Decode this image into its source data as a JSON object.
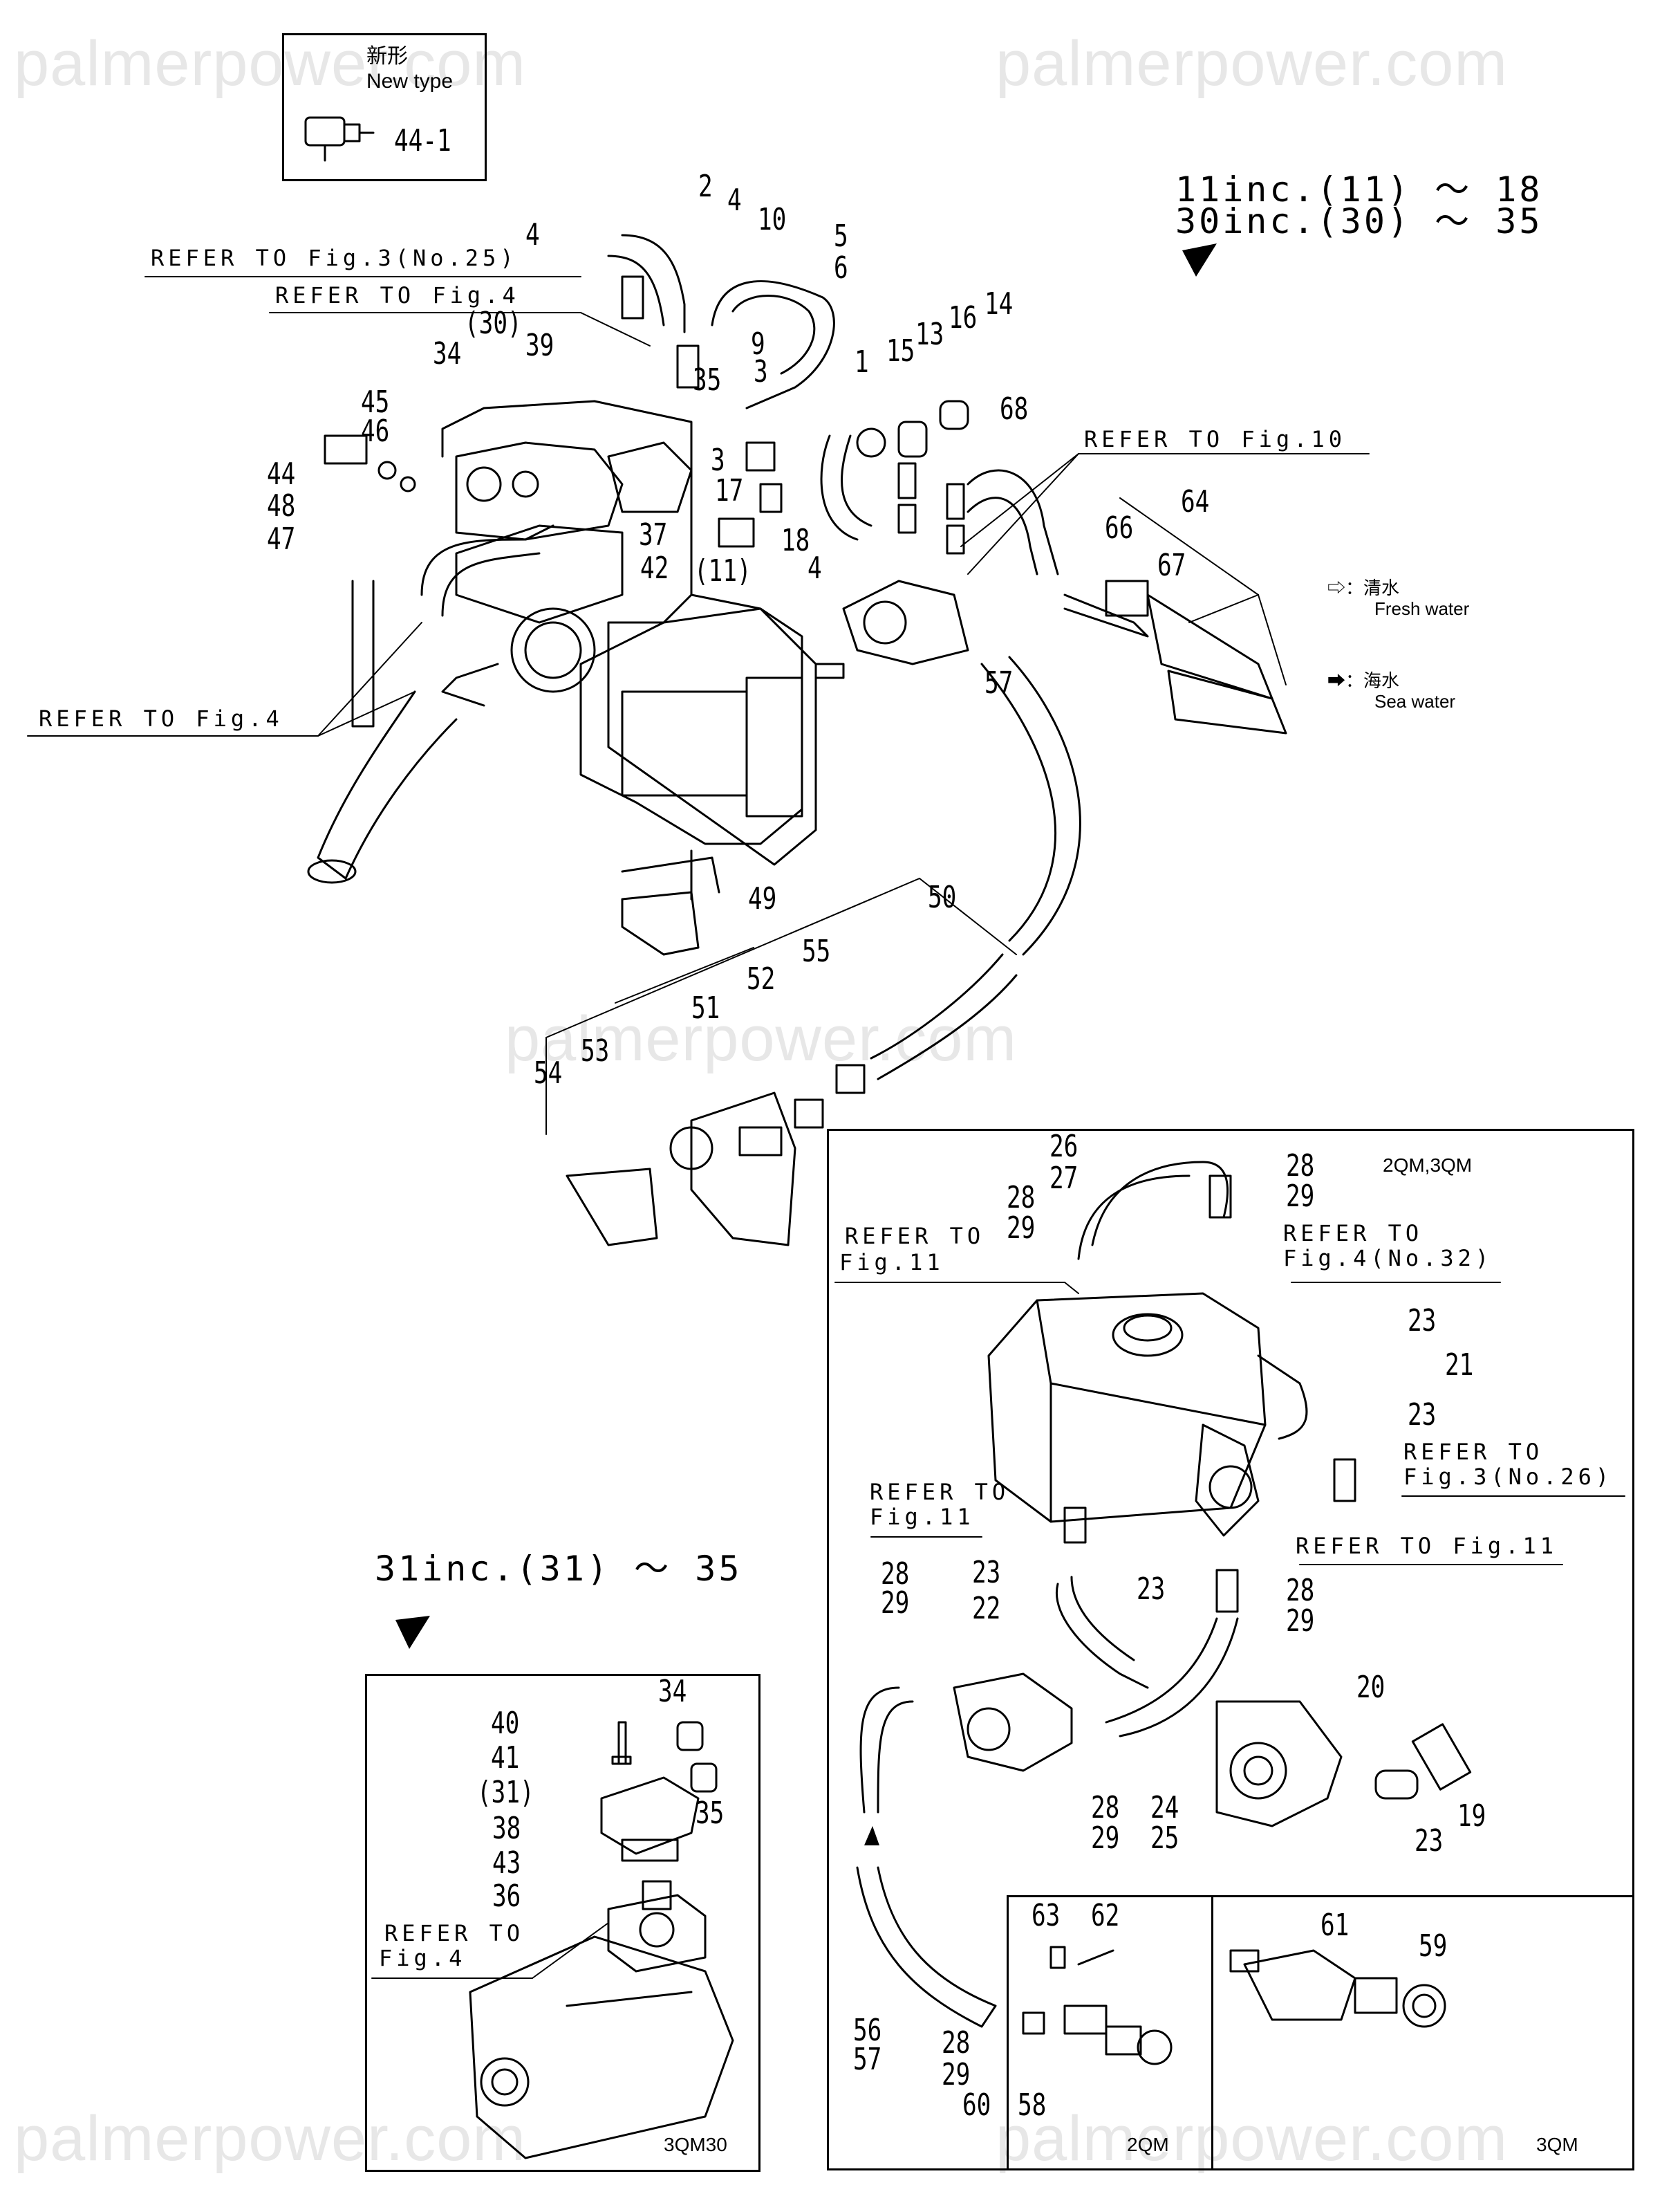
{
  "watermark": "palmerpower.com",
  "new_type_box": {
    "jp": "新形",
    "en": "New type",
    "part": "44-1"
  },
  "ranges": {
    "top_right_1": "11inc.(11) ～ 18",
    "top_right_2": "30inc.(30) ～ 35",
    "lower_left": "31inc.(31) ～ 35"
  },
  "legend": {
    "fresh_jp": "⇨：清水",
    "fresh_en": "Fresh water",
    "sea_jp": "➡：海水",
    "sea_en": "Sea water"
  },
  "refs": {
    "fig3_no25": "REFER TO Fig.3(No.25)",
    "fig4_a": "REFER TO Fig.4",
    "fig10": "REFER TO Fig.10",
    "fig4_b": "REFER TO Fig.4",
    "fig11_a_1": "REFER TO",
    "fig11_a_2": "Fig.11",
    "fig4_no32_1": "REFER TO",
    "fig4_no32_2": "Fig.4(No.32)",
    "fig3_no26_1": "REFER TO",
    "fig3_no26_2": "Fig.3(No.26)",
    "fig11_b_1": "REFER TO",
    "fig11_b_2": "Fig.11",
    "fig11_c": "REFER TO Fig.11",
    "fig4_c_1": "REFER TO",
    "fig4_c_2": "Fig.4"
  },
  "model_labels": {
    "right_panel": "2QM,3QM",
    "bottom_2qm": "2QM",
    "bottom_3qm": "3QM",
    "lower_left": "3QM30"
  },
  "callouts": {
    "main": [
      "4",
      "2",
      "4",
      "10",
      "5",
      "6",
      "9",
      "3",
      "35",
      "1",
      "15",
      "13",
      "16",
      "14",
      "68",
      "34",
      "(30)",
      "39",
      "45",
      "46",
      "44",
      "48",
      "47",
      "3",
      "17",
      "18",
      "37",
      "42",
      "(11)",
      "4",
      "64",
      "66",
      "67",
      "57",
      "49",
      "50",
      "55",
      "52",
      "51",
      "53",
      "54"
    ],
    "right": [
      "26",
      "27",
      "28",
      "29",
      "28",
      "29",
      "23",
      "21",
      "23",
      "23",
      "22",
      "23",
      "28",
      "29",
      "28",
      "29",
      "20",
      "19",
      "23",
      "28",
      "29",
      "24",
      "25"
    ],
    "bottom_left_panel": [
      "63",
      "62",
      "56",
      "57",
      "28",
      "29",
      "60",
      "58"
    ],
    "bottom_right_panel": [
      "61",
      "59"
    ],
    "lower_left": [
      "34",
      "40",
      "41",
      "(31)",
      "35",
      "38",
      "43",
      "36"
    ]
  }
}
